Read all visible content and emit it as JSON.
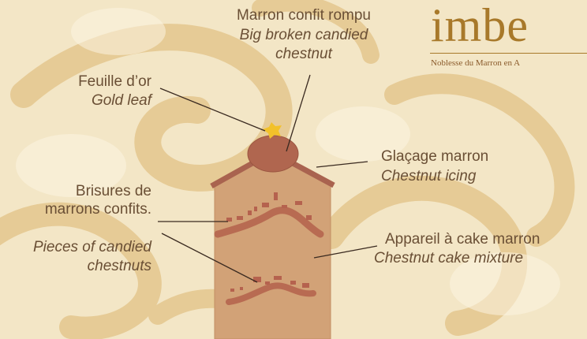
{
  "brand": {
    "wordmark": "imbe",
    "tagline": "Noblesse du Marron en A"
  },
  "labels": {
    "broken_chestnut_fr": "Marron confit rompu",
    "broken_chestnut_en_1": "Big broken candied",
    "broken_chestnut_en_2": "chestnut",
    "gold_leaf_fr": "Feuille d’or",
    "gold_leaf_en": "Gold leaf",
    "icing_fr": "Glaçage marron",
    "icing_en": "Chestnut icing",
    "pieces_fr_1": "Brisures de",
    "pieces_fr_2": "marrons confits.",
    "pieces_en_1": "Pieces of candied",
    "pieces_en_2": "chestnuts",
    "mixture_fr": "Appareil à cake marron",
    "mixture_en": "Chestnut cake mixture"
  },
  "colors": {
    "background": "#f3e6c6",
    "swirl": "#e4c78f",
    "cake_body": "#d2a277",
    "cake_edge": "#c18f63",
    "icing": "#a9634f",
    "chestnut": "#b0664f",
    "gold": "#f2c12a",
    "pieces": "#b5624e",
    "leader_line": "#3a2a20",
    "text": "#6a4f35",
    "brand": "#a8792a"
  }
}
